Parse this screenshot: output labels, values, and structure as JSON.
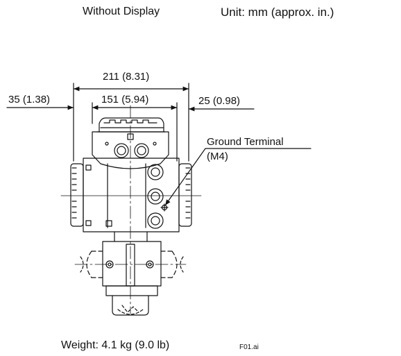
{
  "header": {
    "display_variant": "Without Display",
    "unit_note": "Unit: mm (approx. in.)"
  },
  "dimensions": {
    "overall_width": "211 (8.31)",
    "left_offset": "35 (1.38)",
    "body_width": "151 (5.94)",
    "right_offset": "25 (0.98)"
  },
  "callout": {
    "ground_terminal_label": "Ground Terminal",
    "ground_terminal_spec": "(M4)"
  },
  "footer": {
    "weight": "Weight: 4.1 kg (9.0 lb)",
    "figure_id": "F01.ai"
  }
}
